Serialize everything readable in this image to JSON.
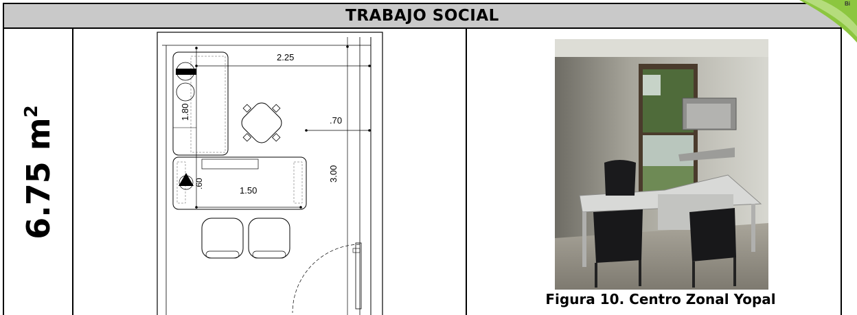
{
  "header": {
    "title": "TRABAJO SOCIAL"
  },
  "area": {
    "value": "6.75 m",
    "superscript": "2"
  },
  "floor_plan": {
    "dimensions": {
      "top": "2.25",
      "desk_depth": "1.80",
      "clearance": ".70",
      "room_length": "3.00",
      "small": ".60",
      "desk_width": "1.50"
    }
  },
  "photo": {
    "caption": "Figura 10. Centro Zonal Yopal"
  },
  "logo": {
    "partial_text": "Bi"
  },
  "colors": {
    "header_bg": "#c9c9c9",
    "logo_green": "#8cc63f",
    "border": "#000000"
  }
}
